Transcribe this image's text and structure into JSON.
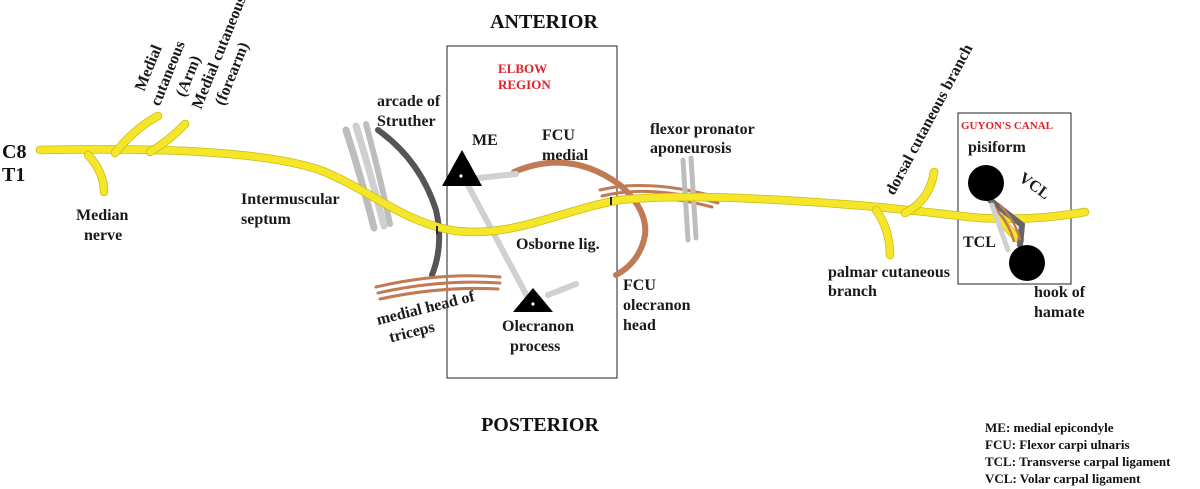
{
  "headings": {
    "anterior": "ANTERIOR",
    "posterior": "POSTERIOR"
  },
  "regions": {
    "elbow_line1": "ELBOW",
    "elbow_line2": "REGION",
    "guyon": "GUYON'S CANAL"
  },
  "labels": {
    "c8": "C8",
    "t1": "T1",
    "median_1": "Median",
    "median_2": "nerve",
    "medial_cut_arm_1": "Medial",
    "medial_cut_arm_2": "cutaneous",
    "medial_cut_arm_3": "(Arm)",
    "medial_cut_forearm_1": "Medial cutaneous",
    "medial_cut_forearm_2": "(forearm)",
    "intermuscular_1": "Intermuscular",
    "intermuscular_2": "septum",
    "arcade_1": "arcade of",
    "arcade_2": "Struther",
    "triceps_1": "medial head of",
    "triceps_2": "triceps",
    "me": "ME",
    "fcu_medial_1": "FCU",
    "fcu_medial_2": "medial",
    "osborne": "Osborne lig.",
    "olecranon_1": "Olecranon",
    "olecranon_2": "process",
    "fcu_olecranon_1": "FCU",
    "fcu_olecranon_2": "olecranon",
    "fcu_olecranon_3": "head",
    "flexor_1": "flexor pronator",
    "flexor_2": "aponeurosis",
    "dorsal_branch": "dorsal cutaneous branch",
    "palmar_1": "palmar cutaneous",
    "palmar_2": "branch",
    "pisiform": "pisiform",
    "vcl": "VCL",
    "tcl": "TCL",
    "hook_1": "hook of",
    "hook_2": "hamate"
  },
  "legend": [
    "ME: medial epicondyle",
    "FCU: Flexor carpi ulnaris",
    "TCL: Transverse carpal ligament",
    "VCL: Volar carpal ligament"
  ],
  "colors": {
    "nerve": "#f5e62a",
    "muscle": "#c07b55",
    "ligament": "#d0d0d0",
    "arcade": "#555555",
    "bone": "#000000",
    "region_label": "#e0202a"
  }
}
